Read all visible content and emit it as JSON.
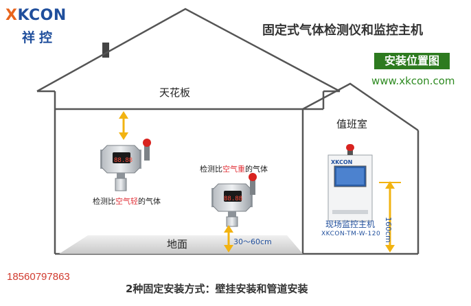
{
  "brand": {
    "logo_x": "X",
    "logo_rest": "KCON",
    "cn_name": "祥控"
  },
  "title": "固定式气体检测仪和监控主机",
  "badge": "安装位置图",
  "website": "www.xkcon.com",
  "phone": "18560797863",
  "footer": "2种固定安装方式：壁挂安装和管道安装",
  "rooms": {
    "ceiling": "天花板",
    "floor": "地面",
    "duty_room": "值班室"
  },
  "detector_light": {
    "prefix": "检测比",
    "highlight": "空气轻",
    "suffix": "的气体",
    "display": "88.88"
  },
  "detector_heavy": {
    "prefix": "检测比",
    "highlight": "空气重",
    "suffix": "的气体",
    "display": "88.88"
  },
  "heights": {
    "floor_gap": "30～60cm",
    "host_height": "160cm"
  },
  "host": {
    "logo": "XKCON",
    "label": "现场监控主机",
    "model": "XKCON-TM-W-120"
  },
  "colors": {
    "brand_blue": "#1f4e9c",
    "brand_orange": "#e8641c",
    "badge_green": "#2d7a1f",
    "arrow": "#f2b311",
    "highlight_red": "#e2343b"
  }
}
